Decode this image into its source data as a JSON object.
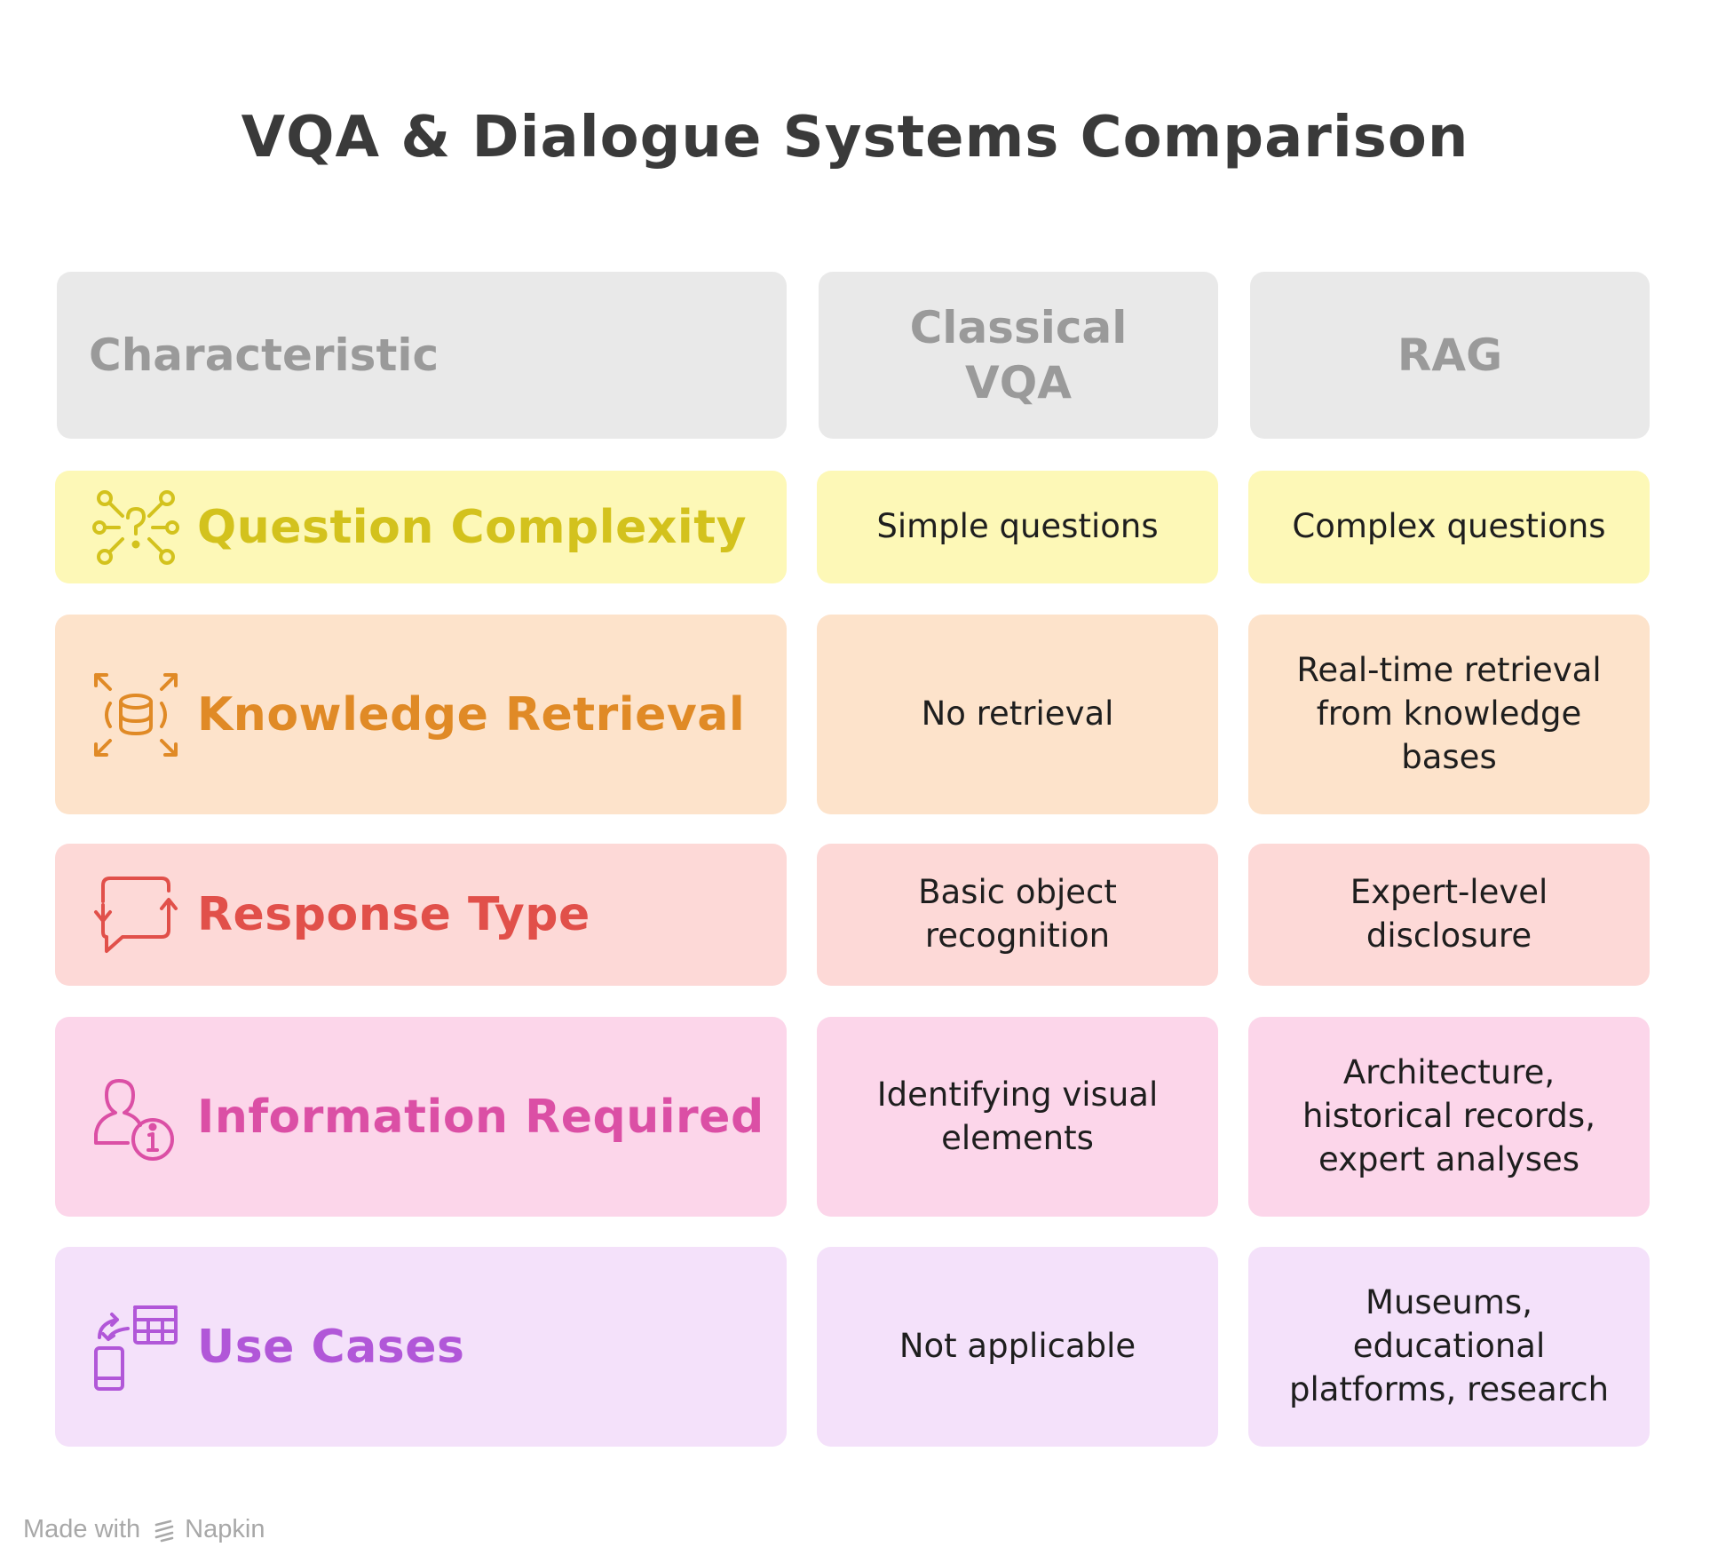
{
  "title": "VQA & Dialogue Systems Comparison",
  "headers": {
    "characteristic": "Characteristic",
    "classical": "Classical\nVQA",
    "rag": "RAG"
  },
  "rows": [
    {
      "label": "Question Complexity",
      "icon": "question-network-icon",
      "classical": "Simple questions",
      "rag": "Complex questions",
      "bg": "#fdf8b7",
      "color": "#d3c21d"
    },
    {
      "label": "Knowledge Retrieval",
      "icon": "database-expand-icon",
      "classical": "No retrieval",
      "rag": "Real-time retrieval\nfrom knowledge\nbases",
      "bg": "#fde3cb",
      "color": "#e08a26"
    },
    {
      "label": "Response Type",
      "icon": "chat-exchange-icon",
      "classical": "Basic object\nrecognition",
      "rag": "Expert-level\ndisclosure",
      "bg": "#fdd9d7",
      "color": "#e1504a"
    },
    {
      "label": "Information Required",
      "icon": "user-info-icon",
      "classical": "Identifying visual\nelements",
      "rag": "Architecture,\nhistorical records,\nexpert analyses",
      "bg": "#fcd6ea",
      "color": "#db4fa5"
    },
    {
      "label": "Use Cases",
      "icon": "device-table-icon",
      "classical": "Not applicable",
      "rag": "Museums,\neducational\nplatforms, research",
      "bg": "#f4e1fa",
      "color": "#b157d8"
    }
  ],
  "footer": {
    "made_with": "Made with",
    "brand": "Napkin"
  }
}
